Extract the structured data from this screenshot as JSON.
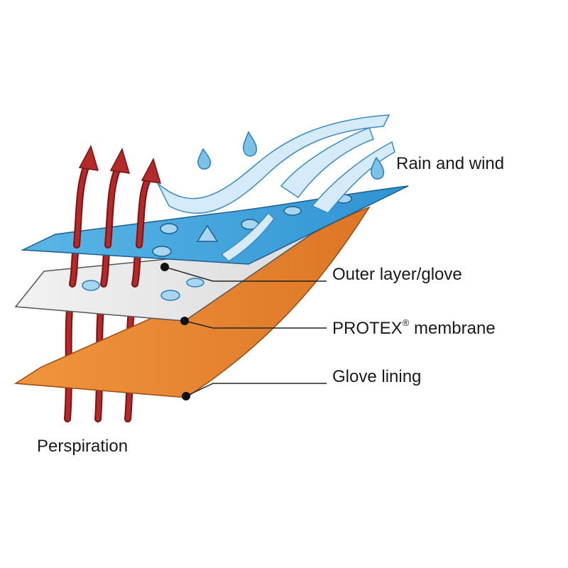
{
  "labels": {
    "rain_wind": "Rain and wind",
    "outer_layer": "Outer layer/glove",
    "membrane_name": "PROTEX",
    "membrane_mark": "®",
    "membrane_suffix": " membrane",
    "lining": "Glove lining",
    "perspiration": "Perspiration"
  },
  "colors": {
    "outer_layer": "#3ea3dd",
    "membrane": "#e2e2e2",
    "lining": "#ec8a36",
    "arrow": "#b42a2a",
    "drop": "#7cc2e6",
    "wind": "#cfe6f6",
    "leader": "#222222"
  }
}
